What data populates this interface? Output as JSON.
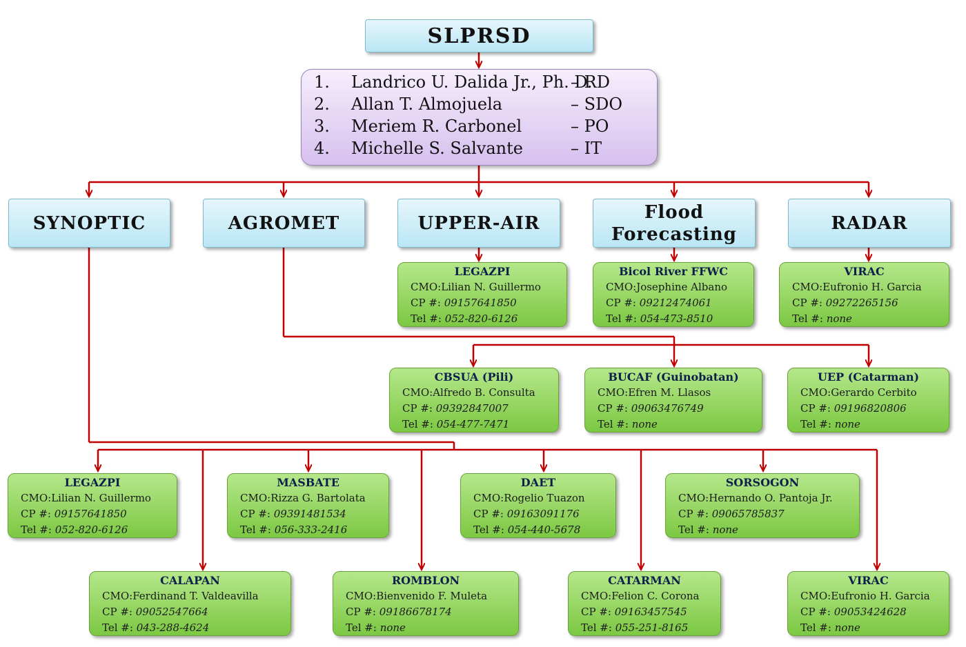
{
  "header": {
    "title": "SLPRSD"
  },
  "staff": [
    {
      "num": "1.",
      "name": "Landrico U. Dalida Jr., Ph. D.",
      "role": "– RD"
    },
    {
      "num": "2.",
      "name": "Allan T. Almojuela",
      "role": "– SDO"
    },
    {
      "num": "3.",
      "name": "Meriem R. Carbonel",
      "role": "– PO"
    },
    {
      "num": "4.",
      "name": "Michelle S. Salvante",
      "role": "– IT"
    }
  ],
  "departments": {
    "synoptic": "SYNOPTIC",
    "agromet": "AGROMET",
    "upper_air": "UPPER-AIR",
    "flood_line1": "Flood",
    "flood_line2": "Forecasting",
    "radar": "RADAR"
  },
  "labels": {
    "cmo": "CMO:",
    "cp": "CP #:",
    "tel": "Tel #:"
  },
  "stations": {
    "upperair_legazpi": {
      "name": "LEGAZPI",
      "cmo": "Lilian N. Guillermo",
      "cp": "09157641850",
      "tel": "052-820-6126"
    },
    "flood_bicol": {
      "name": "Bicol River FFWC",
      "cmo": "Josephine Albano",
      "cp": "09212474061",
      "tel": "054-473-8510"
    },
    "radar_virac": {
      "name": "VIRAC",
      "cmo": "Eufronio H. Garcia",
      "cp": "09272265156",
      "tel": "none"
    },
    "agromet_cbsua": {
      "name": "CBSUA (Pili)",
      "cmo": "Alfredo B. Consulta",
      "cp": "09392847007",
      "tel": "054-477-7471"
    },
    "agromet_bucaf": {
      "name": "BUCAF (Guinobatan)",
      "cmo": "Efren M. Llasos",
      "cp": "09063476749",
      "tel": "none"
    },
    "agromet_uep": {
      "name": "UEP (Catarman)",
      "cmo": "Gerardo Cerbito",
      "cp": "09196820806",
      "tel": "none"
    },
    "syn_legazpi": {
      "name": "LEGAZPI",
      "cmo": "Lilian N. Guillermo",
      "cp": "09157641850",
      "tel": "052-820-6126"
    },
    "syn_masbate": {
      "name": "MASBATE",
      "cmo": "Rizza G. Bartolata",
      "cp": "09391481534",
      "tel": "056-333-2416"
    },
    "syn_daet": {
      "name": "DAET",
      "cmo": "Rogelio Tuazon",
      "cp": "09163091176",
      "tel": "054-440-5678"
    },
    "syn_sorsogon": {
      "name": "SORSOGON",
      "cmo": "Hernando O. Pantoja Jr.",
      "cp": "09065785837",
      "tel": "none"
    },
    "syn_calapan": {
      "name": "CALAPAN",
      "cmo": "Ferdinand T. Valdeavilla",
      "cp": "09052547664",
      "tel": "043-288-4624"
    },
    "syn_romblon": {
      "name": "ROMBLON",
      "cmo": "Bienvenido F. Muleta",
      "cp": "09186678174",
      "tel": "none"
    },
    "syn_catarman": {
      "name": "CATARMAN",
      "cmo": "Felion C. Corona",
      "cp": "09163457545",
      "tel": "055-251-8165"
    },
    "syn_virac": {
      "name": "VIRAC",
      "cmo": "Eufronio H. Garcia",
      "cp": "09053424628",
      "tel": "none"
    }
  }
}
